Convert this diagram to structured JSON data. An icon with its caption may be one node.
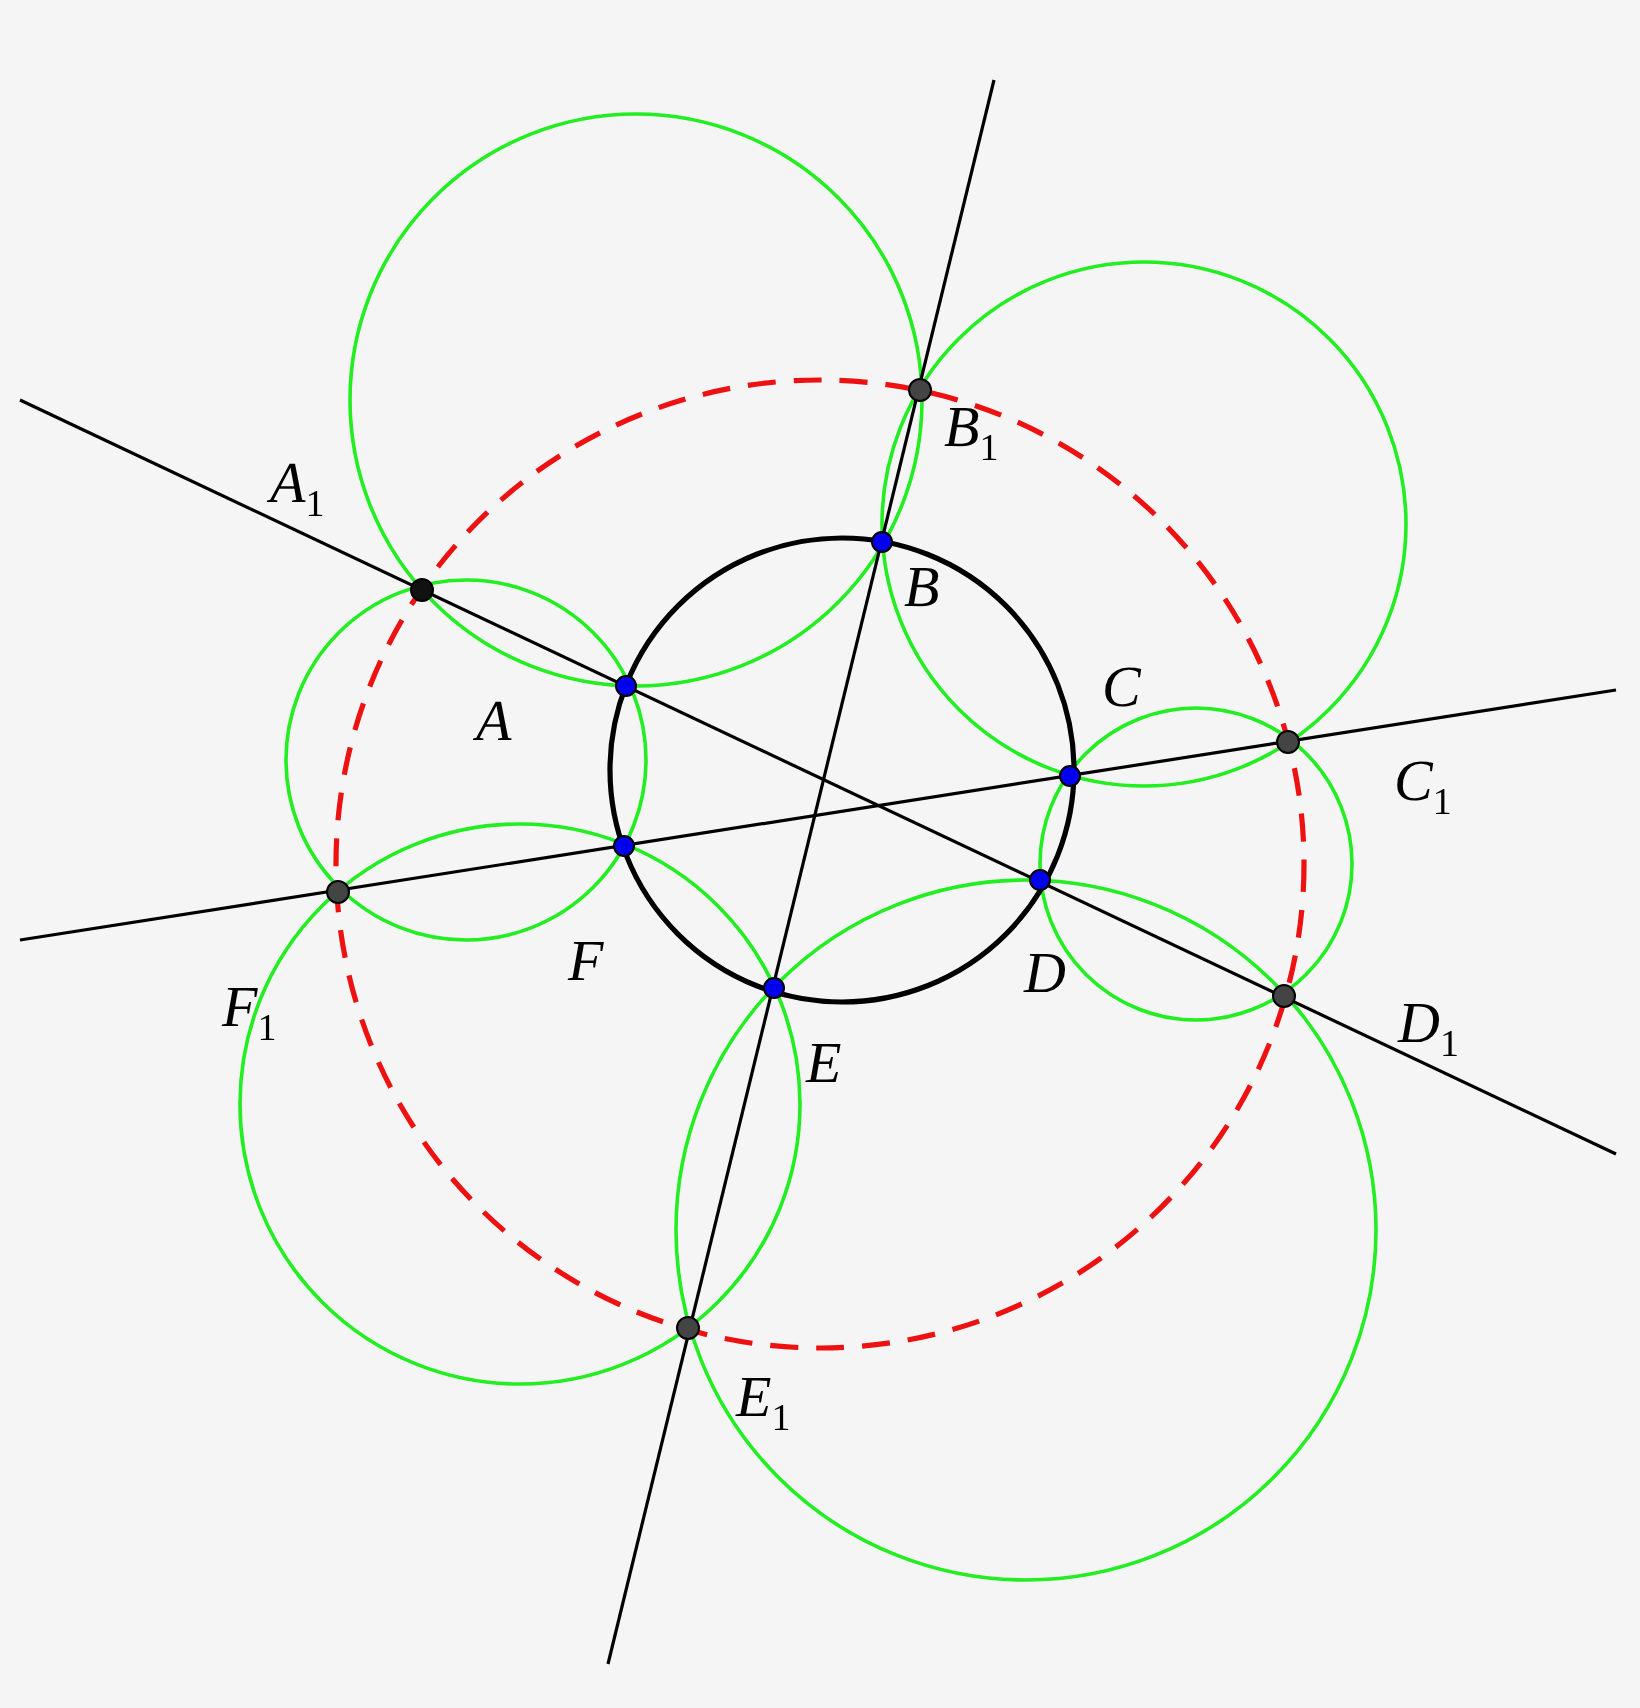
{
  "diagram": {
    "labels": [
      "B$_{1}$",
      "A$_{1}$",
      "B",
      "C",
      "A",
      "C$_{1}$",
      "F",
      "D",
      "F$_{1}$",
      "D$_{1}$",
      "E",
      "E$_{1}$"
    ]
  }
}
